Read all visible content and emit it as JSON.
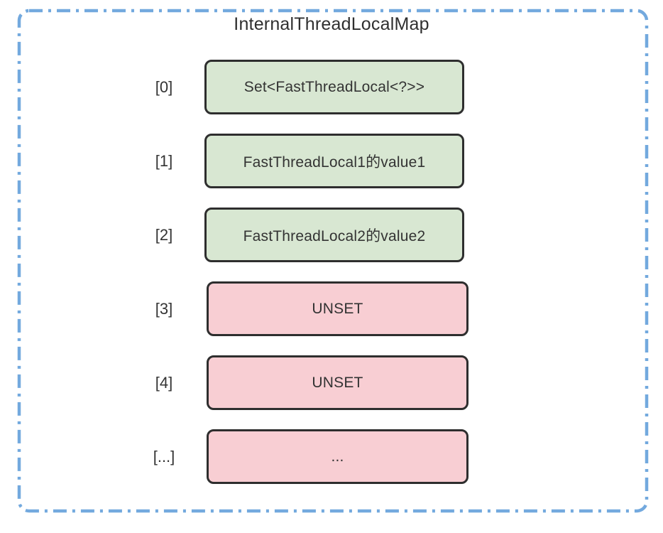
{
  "title": "InternalThreadLocalMap",
  "colors": {
    "border_dash": "#73a9de",
    "box_border": "#2e2e2e",
    "green_fill": "#d8e7d2",
    "pink_fill": "#f8ced3",
    "text": "#333333"
  },
  "rows": [
    {
      "index_label": "[0]",
      "value": "Set<FastThreadLocal<?>>",
      "state": "set"
    },
    {
      "index_label": "[1]",
      "value": "FastThreadLocal1的value1",
      "state": "set"
    },
    {
      "index_label": "[2]",
      "value": "FastThreadLocal2的value2",
      "state": "set"
    },
    {
      "index_label": "[3]",
      "value": "UNSET",
      "state": "unset"
    },
    {
      "index_label": "[4]",
      "value": "UNSET",
      "state": "unset"
    },
    {
      "index_label": "[...]",
      "value": "...",
      "state": "unset"
    }
  ]
}
